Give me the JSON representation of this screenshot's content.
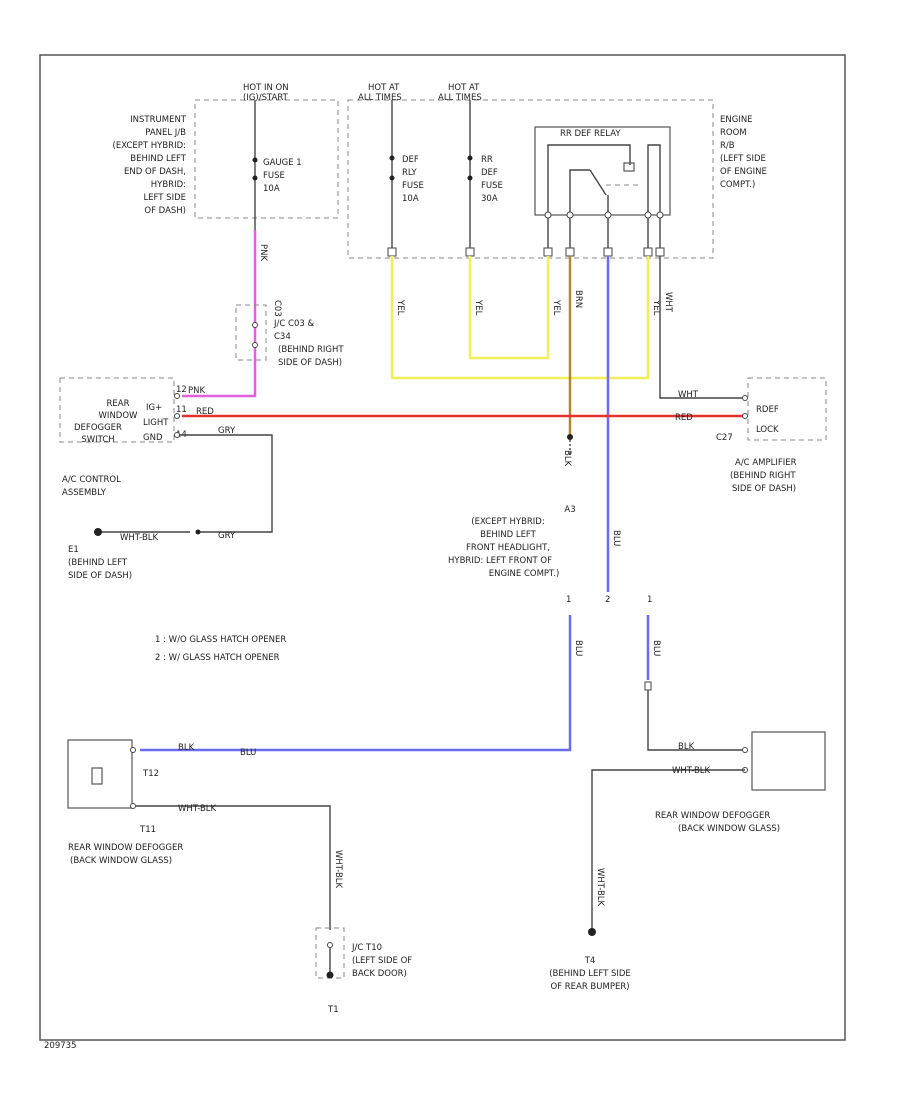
{
  "colors": {
    "pink": "#e060e0",
    "red": "#e83030",
    "yellow": "#f2ef5a",
    "blue": "#6a6af2",
    "brown": "#b08a2a"
  },
  "labels": {
    "hot_in_on": [
      "HOT IN ON",
      "(IG)/START"
    ],
    "hot_at_all_1": [
      "HOT AT",
      "ALL TIMES"
    ],
    "hot_at_all_2": [
      "HOT AT",
      "ALL TIMES"
    ],
    "instrument_panel": [
      "INSTRUMENT",
      "PANEL J/B",
      "(EXCEPT HYBRID:",
      "BEHIND LEFT",
      "END OF DASH,",
      "HYBRID:",
      "LEFT SIDE",
      "OF DASH)"
    ],
    "gauge_fuse": [
      "GAUGE 1",
      "FUSE",
      "10A"
    ],
    "def_rly_fuse": [
      "DEF",
      "RLY",
      "FUSE",
      "10A"
    ],
    "rr_def_fuse": [
      "RR",
      "DEF",
      "FUSE",
      "30A"
    ],
    "rr_def_relay": "RR DEF RELAY",
    "engine_room_rb": [
      "ENGINE",
      "ROOM",
      "R/B",
      "(LEFT SIDE",
      "OF ENGINE",
      "COMPT.)"
    ],
    "jc_c03": [
      "J/C C03 &",
      "C34",
      "(BEHIND RIGHT",
      "SIDE OF DASH)"
    ],
    "jc_c03_pin": "C03",
    "rear_window_defogger_switch": [
      "REAR",
      "WINDOW",
      "DEFOGGER",
      "SWITCH"
    ],
    "ac_control_assembly": [
      "A/C CONTROL",
      "ASSEMBLY"
    ],
    "ac_pin_ig": "IG+",
    "ac_pin_light": "LIGHT",
    "ac_pin_gnd": "GND",
    "ac_pin_top": "12",
    "ac_pin_mid": "11",
    "ac_pin_bot": "14",
    "rdef_label": "RDEF",
    "lock_label": "LOCK",
    "c27_label": "C27",
    "ac_amplifier": [
      "A/C AMPLIFIER",
      "(BEHIND RIGHT",
      "SIDE OF DASH)"
    ],
    "e1": [
      "E1",
      "(BEHIND LEFT",
      "SIDE OF DASH)"
    ],
    "a3": [
      "A3",
      "(EXCEPT HYBRID:",
      "BEHIND LEFT",
      "FRONT HEADLIGHT,",
      "HYBRID: LEFT FRONT OF",
      "ENGINE COMPT.)"
    ],
    "note1": "1 : W/O GLASS HATCH OPENER",
    "note2": "2 : W/ GLASS HATCH OPENER",
    "mark1": "1",
    "mark2": "2",
    "mark3": "1",
    "t12": "T12",
    "t11": "T11",
    "rear_defogger_left": [
      "REAR WINDOW DEFOGGER",
      "(BACK WINDOW GLASS)"
    ],
    "rear_defogger_right": [
      "REAR WINDOW DEFOGGER",
      "(BACK WINDOW GLASS)"
    ],
    "jc_t10": [
      "J/C T10",
      "(LEFT SIDE OF",
      "BACK DOOR)"
    ],
    "t1": "T1",
    "t4": [
      "T4",
      "(BEHIND LEFT SIDE",
      "OF REAR BUMPER)"
    ],
    "wire_pnk": "PNK",
    "wire_pnk2": "PNK",
    "wire_red": "RED",
    "wire_red2": "RED",
    "wire_gry": "GRY",
    "wire_gry2": "GRY",
    "wire_yel1": "YEL",
    "wire_yel2": "YEL",
    "wire_yel3": "YEL",
    "wire_yel4": "YEL",
    "wire_brn": "BRN",
    "wire_blu": "BLU",
    "wire_blu2": "BLU",
    "wire_blu3": "BLU",
    "wire_wht": "WHT",
    "wire_wht2": "WHT",
    "wire_wht_blk1": "WHT-BLK",
    "wire_wht_blk2": "WHT-BLK",
    "wire_wht_blk3": "WHT-BLK",
    "wire_wht_blk4": "WHT-BLK",
    "wire_wht_blk5": "WHT-BLK",
    "wire_wht_blk6": "WHT-BLK",
    "wire_blk": "BLK",
    "wire_blk2": "BLK",
    "footer_code": "209735"
  }
}
